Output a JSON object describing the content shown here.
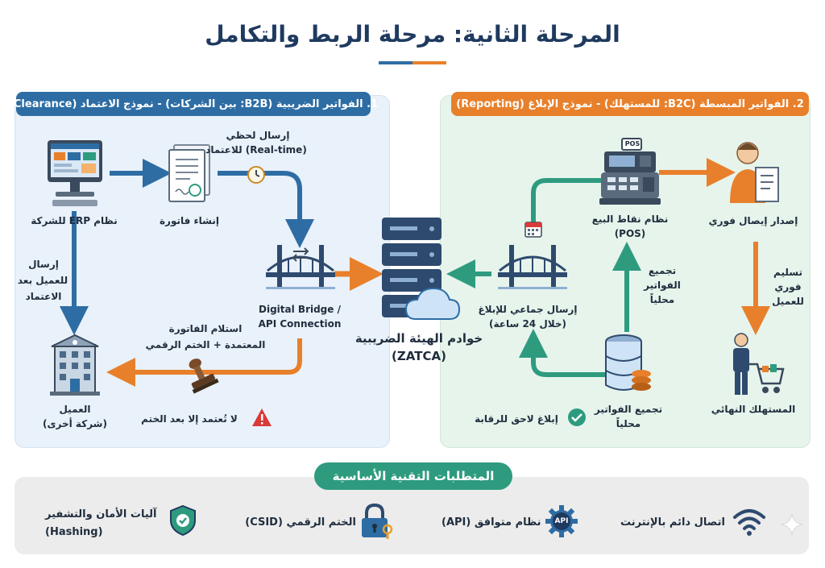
{
  "page": {
    "title": "المرحلة الثانية: مرحلة الربط والتكامل"
  },
  "colors": {
    "navy": "#1f3a5f",
    "blue": "#2e6da4",
    "orange": "#e8802b",
    "teal": "#2e9b7f",
    "panel_left": "#e9f1fa",
    "panel_right": "#e6f4ec",
    "footer": "#ececec"
  },
  "b2b": {
    "title": "1. الفواتير الضريبية (B2B: بين الشركات) - نموذج الاعتماد (Clearance)",
    "erp_label": "نظام ERP للشركة",
    "invoice_label": "إنشاء فاتورة",
    "send_label_1": "إرسال لحظي",
    "send_label_2": "للاعتماد (Real-time)",
    "bridge_label_1": "Digital Bridge /",
    "bridge_label_2": "API Connection",
    "send_customer_1": "إرسال",
    "send_customer_2": "للعميل بعد",
    "send_customer_3": "الاعتماد",
    "receive_1": "استلام الفاتورة",
    "receive_2": "المعتمدة + الختم الرقمي",
    "customer_1": "العميل",
    "customer_2": "(شركة أخرى)",
    "warning": "لا تُعتمد إلا بعد الختم"
  },
  "zatca": {
    "label_1": "خوادم الهيئة الضريبية",
    "label_2": "(ZATCA)"
  },
  "b2c": {
    "title": "2. الفواتير المبسطة (B2C: للمستهلك) - نموذج الإبلاغ (Reporting)",
    "pos_label_1": "نظام نقاط البيع",
    "pos_label_2": "(POS)",
    "pos_badge": "POS",
    "receipt_label": "إصدار إيصال فوري",
    "deliver_1": "تسليم",
    "deliver_2": "فوري",
    "deliver_3": "للعميل",
    "consumer_label": "المستهلك النهائي",
    "aggregate_1": "تجميع",
    "aggregate_2": "الفواتير",
    "aggregate_3": "محلياً",
    "db_label_1": "تجميع الفواتير",
    "db_label_2": "محلياً",
    "batch_1": "إرسال جماعي للإبلاغ",
    "batch_2": "(خلال 24 ساعة)",
    "late_report": "إبلاغ لاحق للرقابة"
  },
  "requirements": {
    "title": "المتطلبات التقنية الأساسية",
    "items": [
      {
        "icon": "wifi-icon",
        "label_1": "اتصال دائم بالإنترنت",
        "label_2": ""
      },
      {
        "icon": "api-gear-icon",
        "label_1": "نظام متوافق (API)",
        "label_2": "",
        "badge": "API"
      },
      {
        "icon": "padlock-key-icon",
        "label_1": "الختم الرقمي (CSID)",
        "label_2": ""
      },
      {
        "icon": "shield-check-icon",
        "label_1": "آليات الأمان والتشفير",
        "label_2": "(Hashing)"
      }
    ]
  }
}
